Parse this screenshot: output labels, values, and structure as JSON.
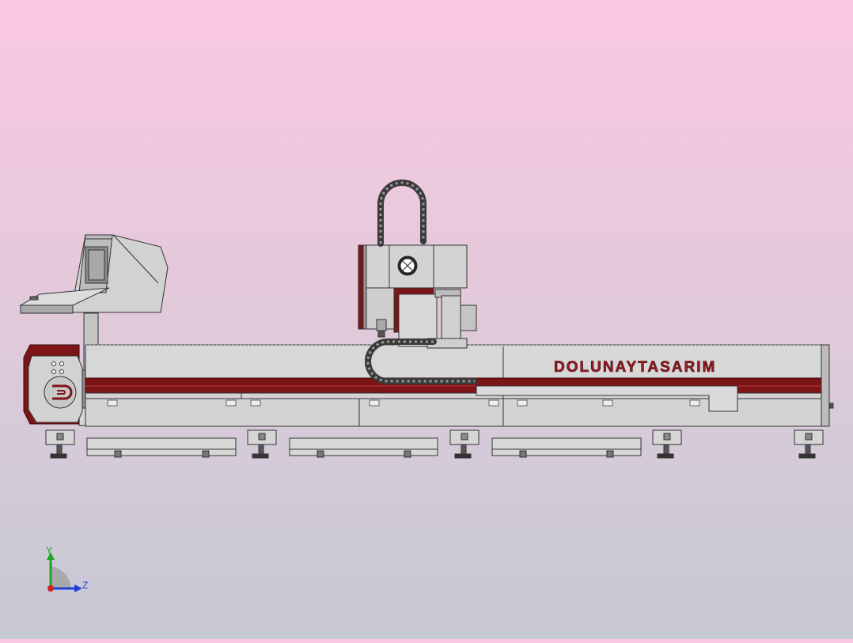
{
  "viewport": {
    "brand_label": "DOLUNAYTASARIM",
    "triad": {
      "y_label": "Y",
      "z_label": "Z"
    }
  },
  "colors": {
    "background_top": "#fac8e2",
    "background_bottom": "#c6c8d4",
    "machine_body": "#cfcfcf",
    "accent_stripe": "#7d1418",
    "brand_text": "#9b1a22",
    "axis_y": "#1fa51f",
    "axis_z": "#1f3fd6",
    "axis_x": "#d21f1f"
  },
  "icons": [
    "triad-icon",
    "fan-icon",
    "logo-emblem-icon"
  ]
}
